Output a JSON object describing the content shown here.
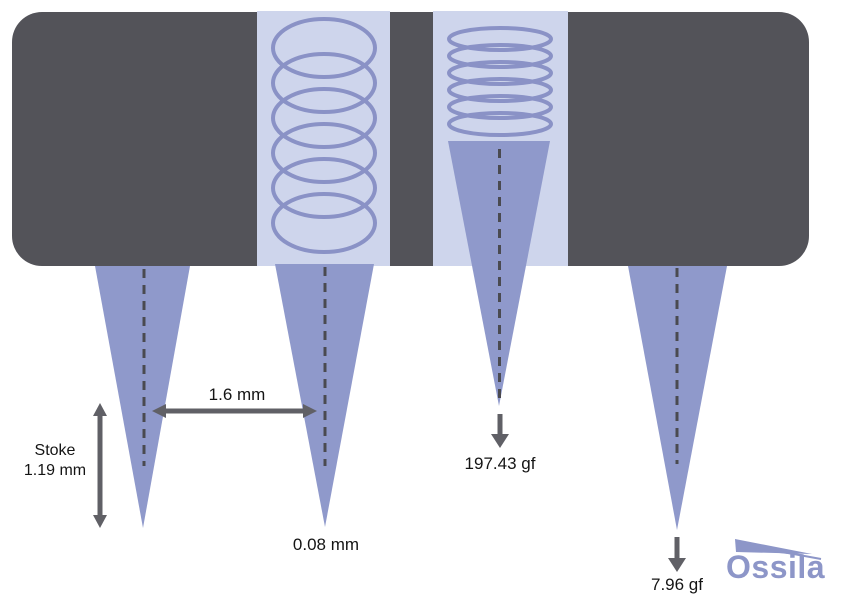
{
  "colors": {
    "background": "#ffffff",
    "head_body": "#535359",
    "probe": "#8f99cb",
    "spring_housing": "#ced5ec",
    "spring_coil": "#8a92c6",
    "dimension": "#606066",
    "axis_dash": "#4a4a50",
    "label_text": "#141414",
    "logo": "#8d96c8"
  },
  "labels": {
    "stroke": {
      "line1": "Stoke",
      "line2": "1.19 mm"
    },
    "probe_spacing": "1.6 mm",
    "tip_size": "0.08 mm",
    "full_depression_force": "197.43 gf",
    "initial_contact_force": "7.96 gf"
  },
  "logo": {
    "wordmark": "Ossila"
  }
}
